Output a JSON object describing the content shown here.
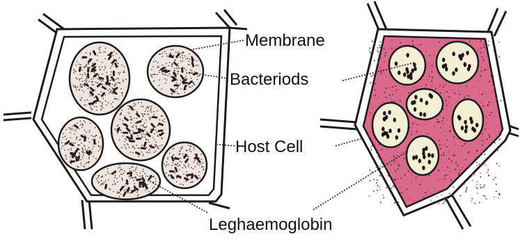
{
  "labels": {
    "membrane": "Membrane",
    "bacteroids": "Bacteriods",
    "host_cell": "Host Cell",
    "leghaemoglobin": "Leghaemoglobin"
  },
  "colors": {
    "outline": "#1a1a1a",
    "vesicle_fill": "#efe6df",
    "cell_fill": "#ffffff",
    "stipple": "#3a2a2a",
    "pink_cytoplasm": "#d96a8c",
    "pink_dark": "#c4456f",
    "infected_vesicle_fill": "#f3efd6"
  }
}
